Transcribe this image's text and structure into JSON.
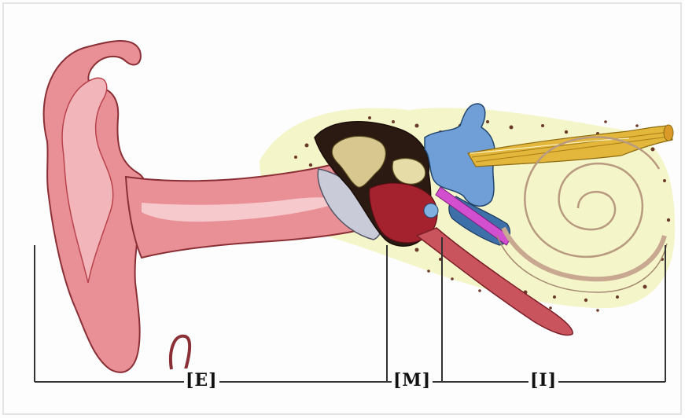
{
  "labels": {
    "external": "[E]",
    "middle": "[M]",
    "inner": "[I]"
  },
  "colors": {
    "skin": "#e98f96",
    "skin_dark": "#b8434c",
    "cavity": "#f4f5c8",
    "bone": "#d8c890",
    "ossicle_blue": "#6f9fd6",
    "nerve": "#e3b63c",
    "accent_magenta": "#d24fd0",
    "bracket_line": "#333333"
  }
}
